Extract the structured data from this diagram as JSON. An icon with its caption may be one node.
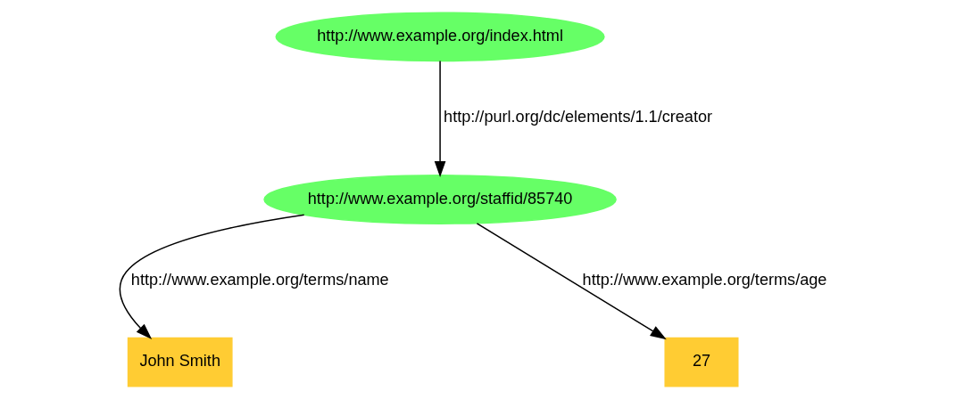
{
  "diagram": {
    "nodes": [
      {
        "text": [
          "http://www.example.org/index.html"
        ]
      },
      {
        "text": [
          "http://www.example.org/staffid/85740"
        ]
      },
      {
        "text": [
          "John Smith"
        ]
      },
      {
        "text": [
          "27"
        ]
      }
    ],
    "edges": [
      {
        "from": 0,
        "to": 1,
        "arrow": "to",
        "label": "http://purl.org/dc/elements/1.1/creator"
      },
      {
        "from": 1,
        "to": 2,
        "arrow": "to",
        "label": "http://www.example.org/terms/name"
      },
      {
        "from": 1,
        "to": 3,
        "arrow": "to",
        "label": "http://www.example.org/terms/age"
      }
    ]
  }
}
